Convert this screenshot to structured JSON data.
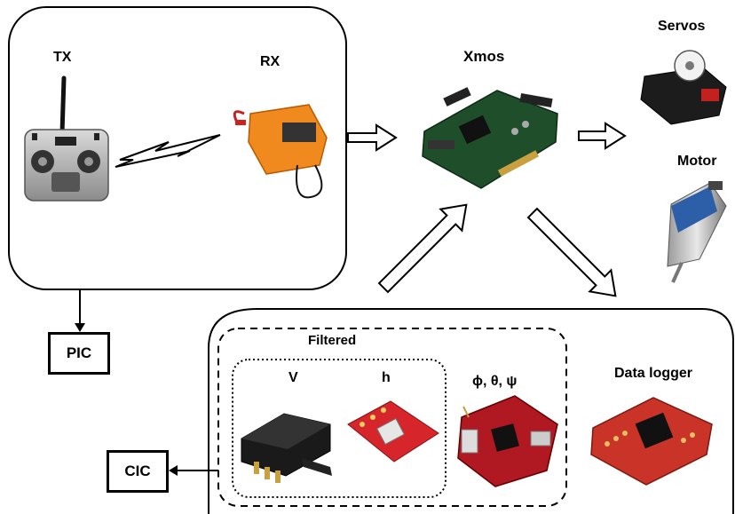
{
  "labels": {
    "tx": "TX",
    "rx": "RX",
    "xmos": "Xmos",
    "servos": "Servos",
    "motor": "Motor",
    "filtered": "Filtered",
    "v": "V",
    "h": "h",
    "angles": "ϕ, θ, ψ",
    "data_logger": "Data logger",
    "pic": "PIC",
    "cic": "CIC"
  },
  "colors": {
    "rx_orange": "#f08a1e",
    "board_green": "#1f4e2a",
    "sensor_red": "#d6262b",
    "motor_blue": "#2c5fa8",
    "servo_black": "#1c1c1c"
  }
}
